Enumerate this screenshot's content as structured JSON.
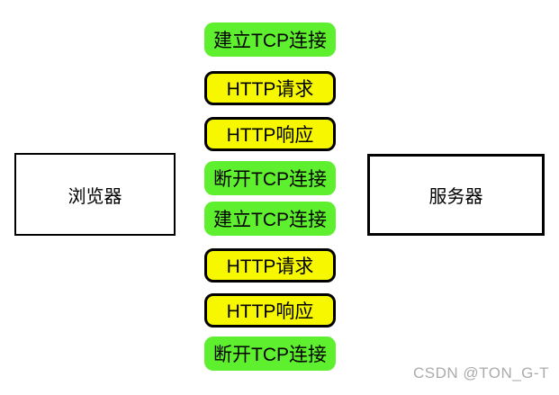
{
  "actors": {
    "left": {
      "label": "浏览器"
    },
    "right": {
      "label": "服务器"
    }
  },
  "steps": [
    {
      "label": "建立TCP连接",
      "type": "tcp"
    },
    {
      "label": "HTTP请求",
      "type": "http"
    },
    {
      "label": "HTTP响应",
      "type": "http"
    },
    {
      "label": "断开TCP连接",
      "type": "tcp"
    },
    {
      "label": "建立TCP连接",
      "type": "tcp"
    },
    {
      "label": "HTTP请求",
      "type": "http"
    },
    {
      "label": "HTTP响应",
      "type": "http"
    },
    {
      "label": "断开TCP连接",
      "type": "tcp"
    }
  ],
  "colors": {
    "tcp_fill": "#5EF02E",
    "http_fill": "#F7F700",
    "border": "#000000",
    "watermark": "#ABABAB",
    "actor_fill": "#FFFFFF",
    "page_bg": "#FFFFFF"
  },
  "watermark": {
    "text": "CSDN @TON_G-T"
  }
}
